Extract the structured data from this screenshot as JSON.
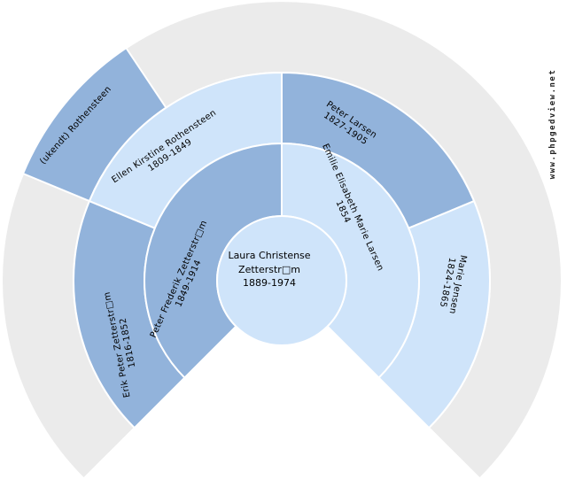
{
  "page": {
    "background": "#ffffff"
  },
  "colors": {
    "male": "#92b3db",
    "female": "#cfe4fa",
    "empty": "#ebebeb",
    "divider": "#ffffff",
    "text": "#000000",
    "watermark_text": "#222222"
  },
  "watermark": {
    "text": "www.phpgedview.net"
  },
  "chart": {
    "type": "fan-chart-270-degrees",
    "generations_shown": 4,
    "center_person": {
      "name_line1": "Laura Christense",
      "name_line2": "Zetterstr□m",
      "dates": "1889-1974"
    },
    "parents": [
      {
        "role": "father",
        "name": "Peter Frederik Zetterstr□m",
        "dates": "1849-1914"
      },
      {
        "role": "mother",
        "name": "Emilie Elisabeth Marie Larsen",
        "dates": "1854"
      }
    ],
    "grandparents": [
      {
        "role": "paternal-grandfather",
        "name": "Erik Peter Zetterstr□m",
        "dates": "1816-1852"
      },
      {
        "role": "paternal-grandmother",
        "name": "Ellen Kirstine Rothensteen",
        "dates": "1809-1849"
      },
      {
        "role": "maternal-grandfather",
        "name": "Peter Larsen",
        "dates": "1827-1905"
      },
      {
        "role": "maternal-grandmother",
        "name": "Marie Jensen",
        "dates": "1824-1865"
      }
    ],
    "great_grandparents": [
      {
        "role": "great-grandfather-rothensteen",
        "name": "(ukendt) Rothensteen",
        "dates": ""
      }
    ]
  }
}
